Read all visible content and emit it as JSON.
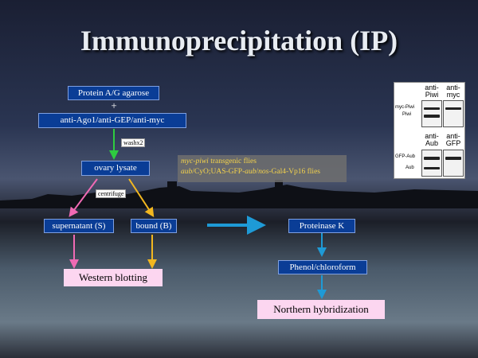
{
  "title": "Immunoprecipitation (IP)",
  "nodes": {
    "agarose": "Protein A/G agarose",
    "plus": "+",
    "antibodies": "anti-Ago1/anti-GEP/anti-myc",
    "wash": "washx2",
    "lysate": "ovary lysate",
    "centrifuge": "centrifuge",
    "supernatant": "supernatant (S)",
    "bound": "bound (B)",
    "western": "Western blotting",
    "proteinase": "Proteinase K",
    "phenol": "Phenol/chloroform",
    "northern": "Northern hybridization"
  },
  "note": {
    "line1_italic": "myc-piwi",
    "line1_rest": " transgenic flies",
    "line2_a": "aub",
    "line2_b": "/CyO;UAS-GFP-",
    "line2_c": "aub",
    "line2_d": "/",
    "line2_e": "nos",
    "line2_f": "-Gal4-Vp16 flies"
  },
  "blot": {
    "top_col1": "anti-\nPiwi",
    "top_col2": "anti-\nmyc",
    "top_row_labels": [
      "myc-Piwi",
      "Piwi"
    ],
    "bottom_col1": "anti-\nAub",
    "bottom_col2": "anti-\nGFP",
    "bottom_row_labels": [
      "GFP-Aub",
      "Aub"
    ]
  },
  "colors": {
    "box_blue": "#0a3d96",
    "box_pink": "#fcd6f0",
    "arrow_green": "#2ecc40",
    "arrow_pink": "#f06ab4",
    "arrow_yellow": "#f2b720",
    "arrow_cyan": "#1e9ad6"
  }
}
